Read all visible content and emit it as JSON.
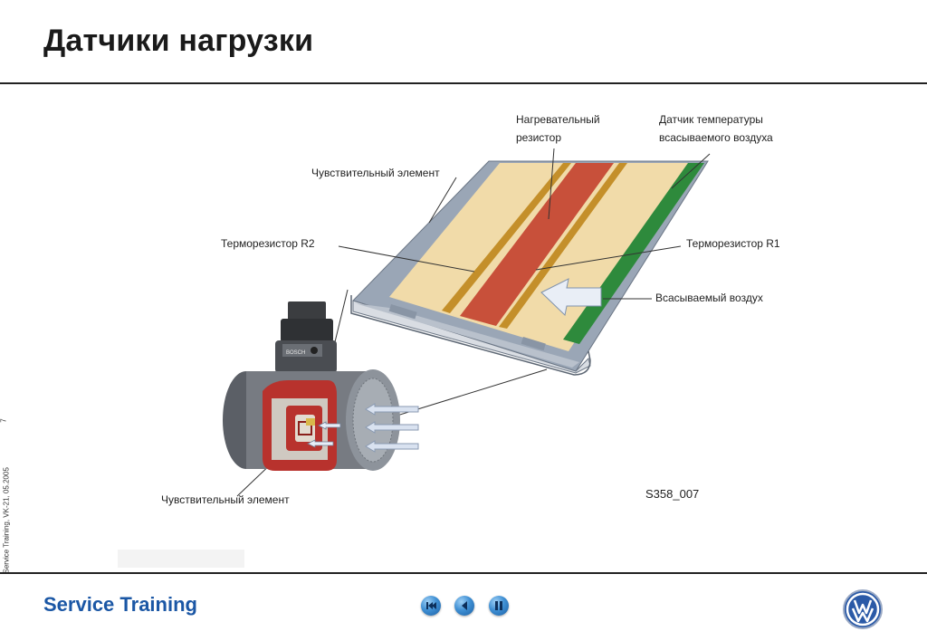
{
  "header": {
    "title": "Датчики нагрузки"
  },
  "sidebar": {
    "footnote": "Service Training, VK-21, 05.2005"
  },
  "slide": {
    "page_number": "7"
  },
  "diagram": {
    "labels": {
      "heating_resistor": "Нагревательный\nрезистор",
      "intake_temp_sensor": "Датчик температуры\nвсасываемого воздуха",
      "sensing_element_top": "Чувствительный элемент",
      "thermistor_r2": "Терморезистор R2",
      "thermistor_r1": "Терморезистор R1",
      "intake_air": "Всасываемый воздух",
      "sensing_element_bottom": "Чувствительный элемент",
      "figure_code": "S358_007",
      "bosch": "BOSCH"
    }
  },
  "footer": {
    "brand": "Service Training",
    "logo": "VW"
  },
  "nav": {
    "first_icon": "first-page-icon",
    "prev_icon": "previous-page-icon",
    "pause_icon": "pause-icon"
  },
  "colors": {
    "brand_blue": "#1b57a5",
    "heater_red": "#c8503a",
    "film_beige": "#f1dba9",
    "edge_green": "#2e8a3c"
  }
}
